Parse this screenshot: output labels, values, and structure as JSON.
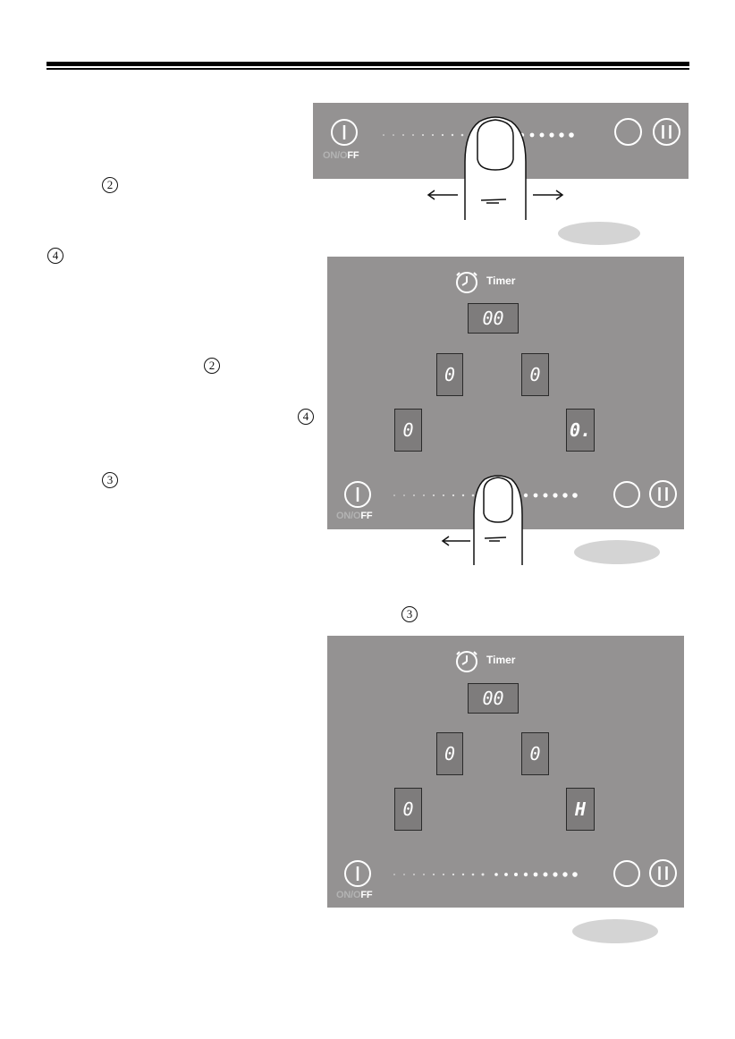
{
  "markers": {
    "m1": "2",
    "m2": "4",
    "m3": "2",
    "m4": "4",
    "m5": "3",
    "m6": "3"
  },
  "panel1": {
    "onoff_a": "ON/O",
    "onoff_b": "FF"
  },
  "panel2": {
    "timer_label": "Timer",
    "timer_display": "00",
    "zone_top_left": "0",
    "zone_top_right": "0",
    "zone_bottom_left": "0",
    "zone_bottom_right": "0.",
    "onoff_a": "ON/O",
    "onoff_b": "FF"
  },
  "panel3": {
    "timer_label": "Timer",
    "timer_display": "00",
    "zone_top_left": "0",
    "zone_top_right": "0",
    "zone_bottom_left": "0",
    "zone_bottom_right": "H",
    "onoff_a": "ON/O",
    "onoff_b": "FF"
  },
  "colors": {
    "panel": "#949292",
    "oval": "#d4d4d4",
    "display_bg": "#7e7c7c"
  },
  "icons": [
    "power-icon",
    "clock-icon",
    "pause-icon",
    "finger-icon",
    "arrow-left-icon",
    "arrow-right-icon"
  ]
}
